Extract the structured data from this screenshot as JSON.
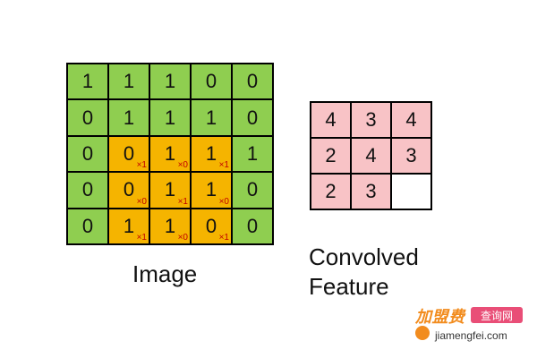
{
  "image_grid": {
    "colors": {
      "base": "#8fce50",
      "window": "#f5b400",
      "weight": "#c00000"
    },
    "rows": [
      [
        {
          "v": "1"
        },
        {
          "v": "1"
        },
        {
          "v": "1"
        },
        {
          "v": "0"
        },
        {
          "v": "0"
        }
      ],
      [
        {
          "v": "0"
        },
        {
          "v": "1"
        },
        {
          "v": "1"
        },
        {
          "v": "1"
        },
        {
          "v": "0"
        }
      ],
      [
        {
          "v": "0"
        },
        {
          "v": "0",
          "w": "×1"
        },
        {
          "v": "1",
          "w": "×0"
        },
        {
          "v": "1",
          "w": "×1"
        },
        {
          "v": "1"
        }
      ],
      [
        {
          "v": "0"
        },
        {
          "v": "0",
          "w": "×0"
        },
        {
          "v": "1",
          "w": "×1"
        },
        {
          "v": "1",
          "w": "×0"
        },
        {
          "v": "0"
        }
      ],
      [
        {
          "v": "0"
        },
        {
          "v": "1",
          "w": "×1"
        },
        {
          "v": "1",
          "w": "×0"
        },
        {
          "v": "0",
          "w": "×1"
        },
        {
          "v": "0"
        }
      ]
    ]
  },
  "feature_grid": {
    "colors": {
      "filled": "#f8c3c6",
      "empty": "#ffffff"
    },
    "rows": [
      [
        "4",
        "3",
        "4"
      ],
      [
        "2",
        "4",
        "3"
      ],
      [
        "2",
        "3",
        ""
      ]
    ]
  },
  "captions": {
    "image": "Image",
    "feature": "Convolved\nFeature"
  },
  "watermark": {
    "brand": "加盟费",
    "tag": "查询网",
    "url": "jiamengfei.com"
  }
}
